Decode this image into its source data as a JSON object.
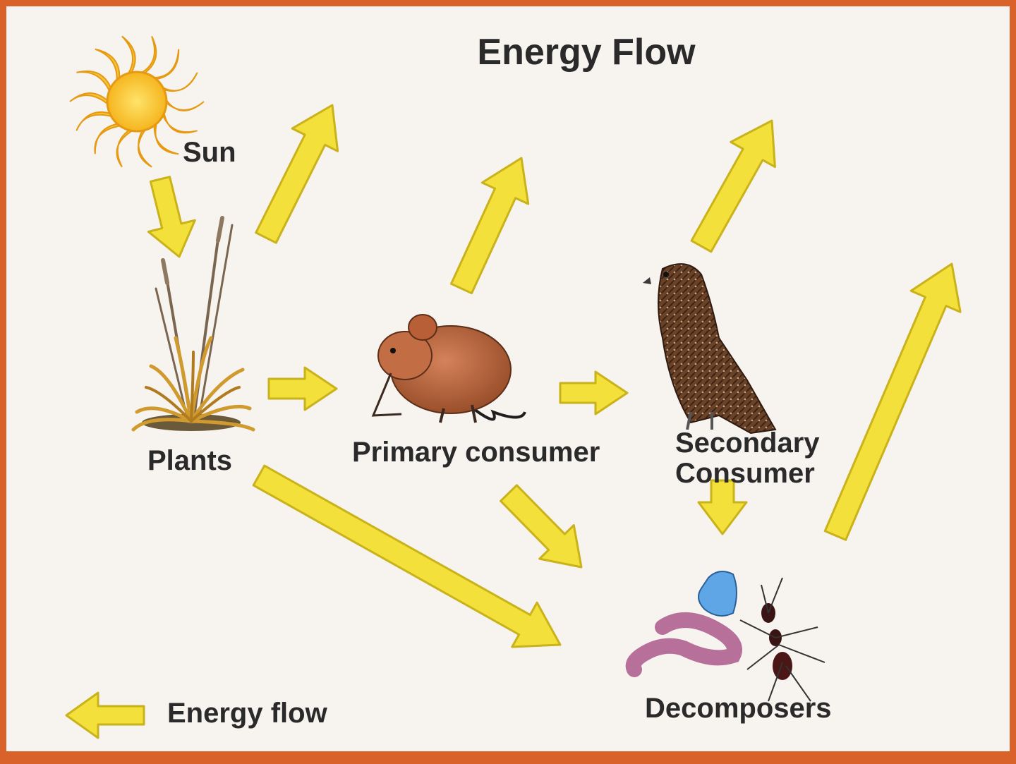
{
  "title": "Energy Flow",
  "nodes": {
    "sun": "Sun",
    "plants": "Plants",
    "primary": "Primary consumer",
    "secondary_line1": "Secondary",
    "secondary_line2": "Consumer",
    "decomposers": "Decomposers"
  },
  "legend": {
    "label": "Energy flow",
    "icon": "arrow-left-icon"
  },
  "colors": {
    "arrow_fill": "#f3e03a",
    "arrow_stroke": "#c9b21a",
    "frame": "#d9622b",
    "background": "#f7f3ef"
  },
  "edges": [
    {
      "from": "Sun",
      "to": "Plants"
    },
    {
      "from": "Plants",
      "to": "Primary consumer"
    },
    {
      "from": "Primary consumer",
      "to": "Secondary Consumer"
    },
    {
      "from": "Plants",
      "to": "Decomposers"
    },
    {
      "from": "Primary consumer",
      "to": "Decomposers"
    },
    {
      "from": "Secondary Consumer",
      "to": "Decomposers"
    }
  ]
}
